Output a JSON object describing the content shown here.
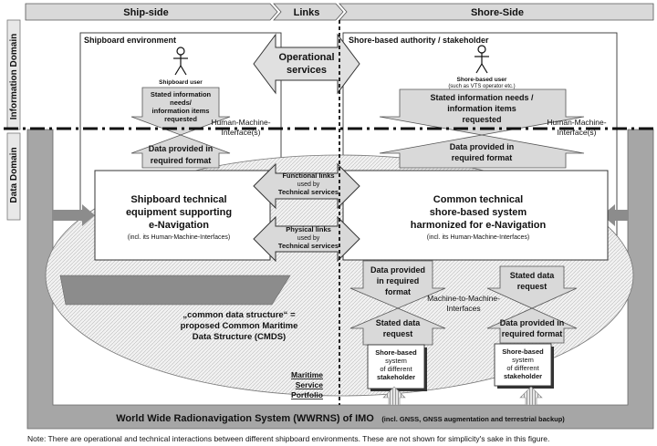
{
  "header": {
    "ship_side": "Ship-side",
    "links": "Links",
    "shore_side": "Shore-Side"
  },
  "domains": {
    "information": "Information Domain",
    "data": "Data Domain"
  },
  "ship": {
    "environment": "Shipboard environment",
    "user": "Shipboard user",
    "info_needs": [
      "Stated information",
      "needs/",
      "information items",
      "requested"
    ],
    "hmi": [
      "Human-Machine-",
      "Interface(s)"
    ],
    "data_provided": [
      "Data provided in",
      "required format"
    ],
    "equipment": [
      "Shipboard technical",
      "equipment supporting",
      "e-Navigation"
    ],
    "equipment_sub": "(incl. its Human-Machine-Interfaces)"
  },
  "links": {
    "operational": [
      "Operational",
      "services"
    ],
    "functional": [
      "Functional links",
      "used by",
      "Technical services"
    ],
    "physical": [
      "Physical links",
      "used by",
      "Technical services"
    ]
  },
  "shore": {
    "authority": "Shore-based authority / stakeholder",
    "user": "Shore-based user",
    "user_sub": "(such as VTS operator etc.)",
    "info_needs": [
      "Stated information needs /",
      "information items",
      "requested"
    ],
    "hmi": [
      "Human-Machine-",
      "Interface(s)"
    ],
    "data_provided": [
      "Data provided in",
      "required format"
    ],
    "system": [
      "Common technical",
      "shore-based system",
      "harmonized for e-Navigation"
    ],
    "system_sub": "(incl. its Human-Machine-Interfaces)",
    "m2m_data_provided": [
      "Data provided",
      "in required",
      "format"
    ],
    "m2m_stated_top": [
      "Stated data",
      "request"
    ],
    "m2m_label": [
      "Machine-to-Machine-",
      "Interfaces"
    ],
    "m2m_stated_bottom": [
      "Stated data",
      "request"
    ],
    "m2m_data_bottom": [
      "Data provided in",
      "required format"
    ],
    "stakeholder_left": [
      "Shore-based",
      "system",
      "of different",
      "stakeholder"
    ],
    "stakeholder_right": [
      "Shore-based",
      "system",
      "of different",
      "stakeholder"
    ]
  },
  "cmds": [
    "„common data structure“ =",
    "proposed Common Maritime",
    "Data Structure (CMDS)"
  ],
  "msp": [
    "Maritime",
    "Service",
    "Portfolio"
  ],
  "wwrns": {
    "title": "World Wide Radionavigation System (WWRNS) of IMO",
    "sub": "(incl. GNSS, GNSS augmentation and terrestrial backup)"
  },
  "note": "Note: There are operational and technical interactions between different shipboard environments. These are not shown for simplicity's sake in this figure."
}
